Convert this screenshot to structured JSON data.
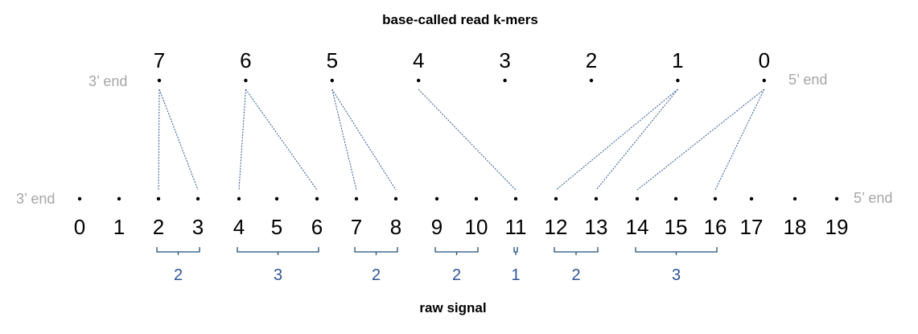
{
  "title_top": "base-called read k-mers",
  "title_bottom": "raw signal",
  "kmer_row": {
    "labels": [
      "7",
      "6",
      "5",
      "4",
      "3",
      "2",
      "1",
      "0"
    ],
    "left_end": "3’ end",
    "right_end": "5’ end"
  },
  "signal_row": {
    "labels": [
      "0",
      "1",
      "2",
      "3",
      "4",
      "5",
      "6",
      "7",
      "8",
      "9",
      "10",
      "11",
      "12",
      "13",
      "14",
      "15",
      "16",
      "17",
      "18",
      "19"
    ],
    "left_end": "3’ end",
    "right_end": "5’ end"
  },
  "mappings": [
    {
      "kmer": "7",
      "signals": [
        "2",
        "3"
      ]
    },
    {
      "kmer": "6",
      "signals": [
        "4",
        "6"
      ]
    },
    {
      "kmer": "5",
      "signals": [
        "7",
        "8"
      ]
    },
    {
      "kmer": "4",
      "signals": [
        "11"
      ]
    },
    {
      "kmer": "1",
      "signals": [
        "12",
        "13"
      ]
    },
    {
      "kmer": "0",
      "signals": [
        "14",
        "16"
      ]
    }
  ],
  "groups": [
    {
      "from": "2",
      "to": "3",
      "count": "2"
    },
    {
      "from": "4",
      "to": "6",
      "count": "3"
    },
    {
      "from": "7",
      "to": "8",
      "count": "2"
    },
    {
      "from": "9",
      "to": "10",
      "count": "2"
    },
    {
      "from": "11",
      "to": "11",
      "count": "1"
    },
    {
      "from": "12",
      "to": "13",
      "count": "2"
    },
    {
      "from": "14",
      "to": "16",
      "count": "3"
    }
  ],
  "colors": {
    "line": "#2e5597",
    "bracket": "#1f4e79",
    "count_text": "#2e5597",
    "end_text": "#a6a6a6",
    "dot": "#000000"
  }
}
